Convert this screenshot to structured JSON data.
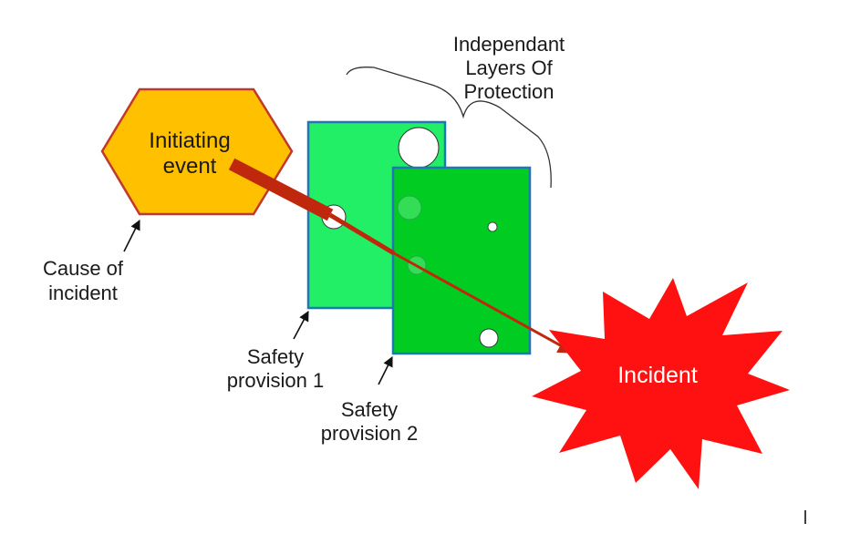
{
  "initiating_event": {
    "label_line1": "Initiating",
    "label_line2": "event",
    "fill": "#FFC000",
    "stroke": "#C0392B"
  },
  "cause_label": {
    "line1": "Cause of",
    "line2": "incident"
  },
  "layers_label": {
    "line1": "Independant",
    "line2": "Layers Of",
    "line3": "Protection"
  },
  "safety_provision_1": {
    "line1": "Safety",
    "line2": "provision 1",
    "fill": "#22EE66",
    "stroke": "#1F78B4"
  },
  "safety_provision_2": {
    "line1": "Safety",
    "line2": "provision 2",
    "fill": "#00CC22",
    "stroke": "#1F78B4"
  },
  "incident": {
    "label": "Incident",
    "fill": "#FF1111"
  },
  "trajectory_color": "#C0280E"
}
